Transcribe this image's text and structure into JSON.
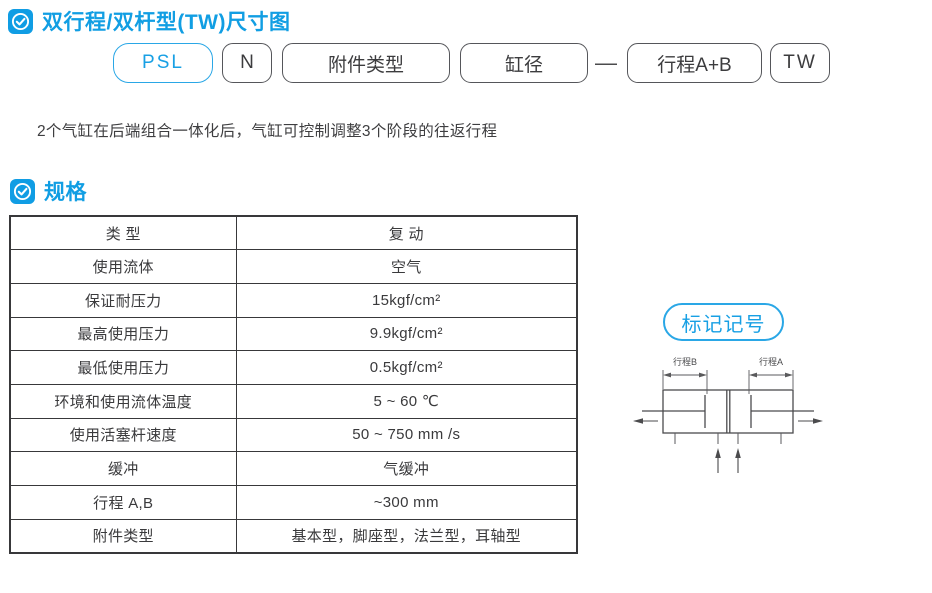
{
  "colors": {
    "accent": "#18a0e4",
    "line": "#4b4b4d",
    "text": "#3c3c3e",
    "table_border": "#38383a"
  },
  "header": {
    "title": "双行程/双杆型(TW)尺寸图"
  },
  "model_code": {
    "boxes": [
      {
        "label": "PSL"
      },
      {
        "label": "N"
      },
      {
        "label": "附件类型"
      },
      {
        "label": "缸径"
      },
      {
        "label": "行程A+B"
      },
      {
        "label": "TW"
      }
    ],
    "separator": "—"
  },
  "description": "2个气缸在后端组合一体化后，气缸可控制调整3个阶段的往返行程",
  "spec_section": {
    "title": "规格"
  },
  "spec_table": {
    "rows": [
      {
        "label": "类 型",
        "value": "复 动"
      },
      {
        "label": "使用流体",
        "value": "空气"
      },
      {
        "label": "保证耐压力",
        "value": "15kgf/cm²"
      },
      {
        "label": "最高使用压力",
        "value": "9.9kgf/cm²"
      },
      {
        "label": "最低使用压力",
        "value": "0.5kgf/cm²"
      },
      {
        "label": "环境和使用流体温度",
        "value": "5 ~ 60 ℃"
      },
      {
        "label": "使用活塞杆速度",
        "value": "50 ~ 750 mm /s"
      },
      {
        "label": "缓冲",
        "value": "气缓冲"
      },
      {
        "label": "行程 A,B",
        "value": "~300 mm"
      },
      {
        "label": "附件类型",
        "value": "基本型，脚座型，法兰型，耳轴型"
      }
    ]
  },
  "marking": {
    "label": "标记记号"
  },
  "diagram": {
    "stroke_b_label": "行程B",
    "stroke_a_label": "行程A"
  }
}
